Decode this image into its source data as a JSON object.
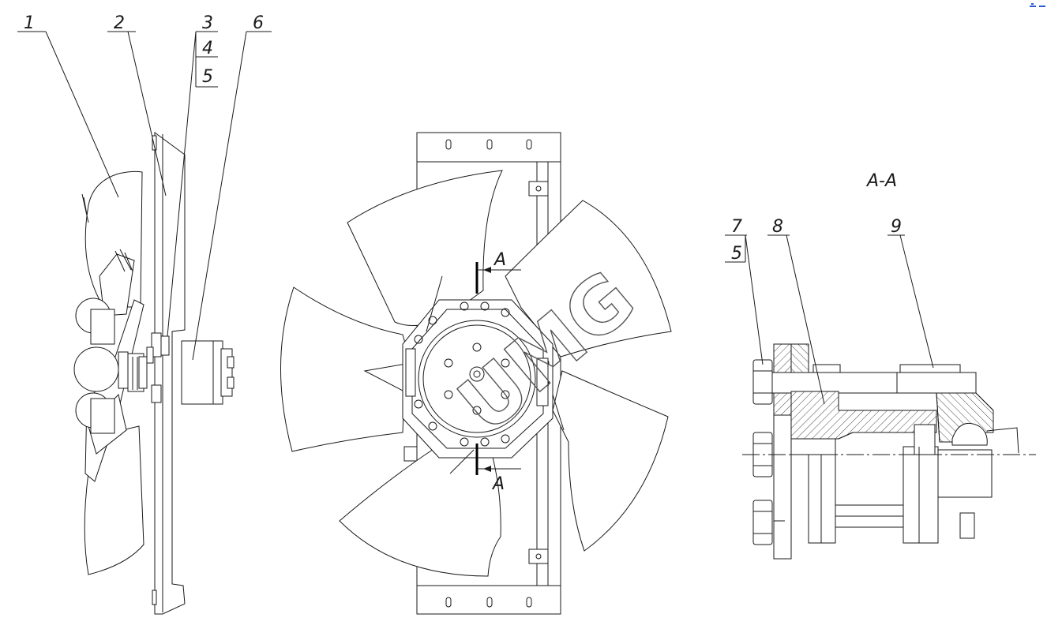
{
  "callouts": {
    "c1": "1",
    "c2": "2",
    "c3": "3",
    "c4": "4",
    "c5": "5",
    "c6": "6",
    "c7": "7",
    "c5b": "5",
    "c8": "8",
    "c9": "9"
  },
  "section": {
    "title": "A-A",
    "mark_top": "A",
    "mark_bottom": "A"
  },
  "watermark": {
    "text": "UMG"
  },
  "colors": {
    "line": "#1a1a1a",
    "corner_mark": "#2a5bd7"
  }
}
